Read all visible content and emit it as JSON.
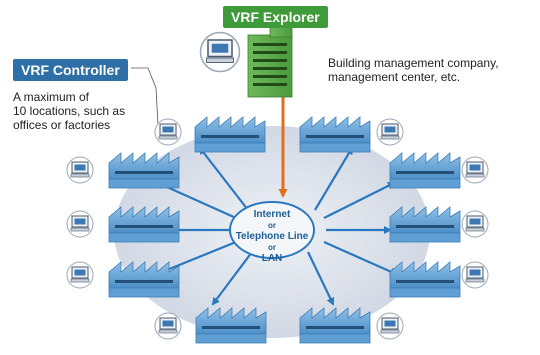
{
  "explorer": {
    "label": "VRF Explorer",
    "note_line1": "Building management company,",
    "note_line2": "management center, etc."
  },
  "controller": {
    "label": "VRF Controller",
    "note_line1": "A maximum of",
    "note_line2": "10 locations, such as",
    "note_line3": "offices or factories"
  },
  "network": {
    "line1": "Internet",
    "line2": "or",
    "line3": "Telephone Line",
    "line4": "or",
    "line5": "LAN"
  },
  "colors": {
    "explorer_green": "#3f9a3a",
    "controller_blue": "#2e6fa5",
    "arrow_blue": "#2a78bf",
    "arrow_orange": "#e07020",
    "cloud": "#d7dde7"
  },
  "icons": {
    "site_building": "factory-building-icon",
    "site_pc": "computer-icon",
    "center_building": "office-building-icon"
  }
}
